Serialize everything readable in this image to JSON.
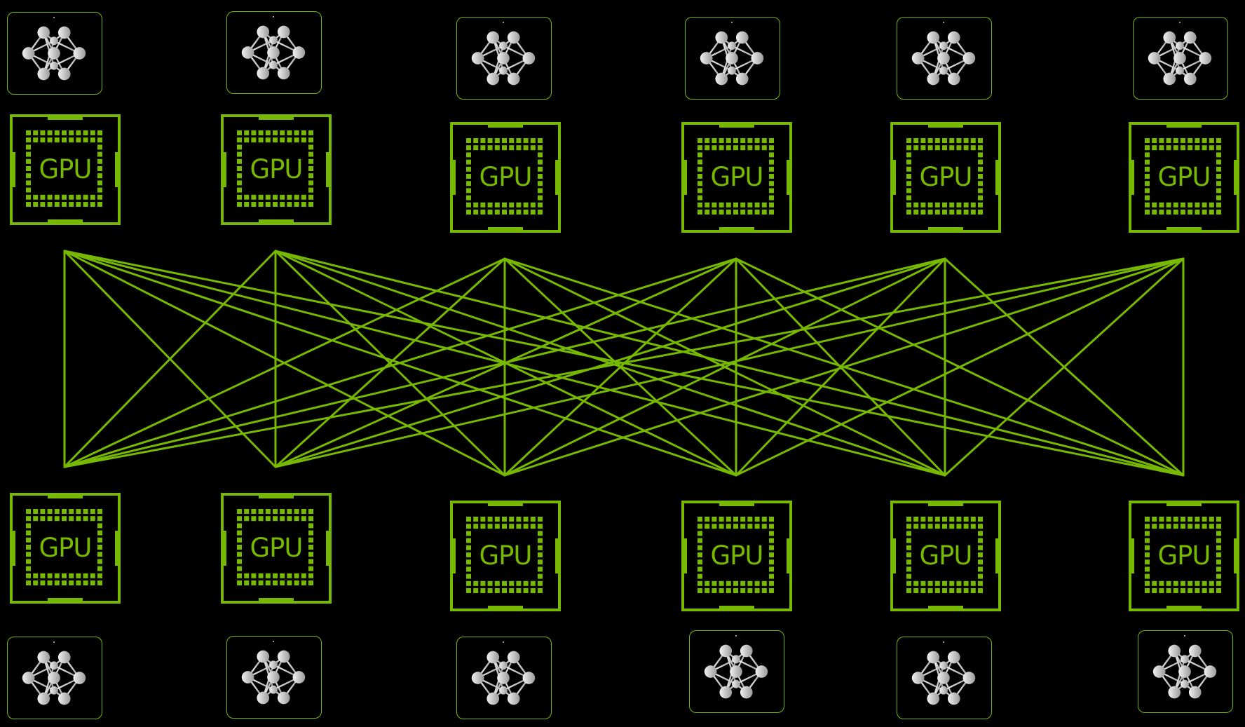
{
  "colors": {
    "background": "#000000",
    "accent": "#76b900",
    "node_light": "#f2f2f2",
    "node_mid": "#cfcfcf",
    "node_dark": "#9a9a9a"
  },
  "top_models": [
    {
      "icon": "neural-network-icon"
    },
    {
      "icon": "neural-network-icon"
    },
    {
      "icon": "neural-network-icon"
    },
    {
      "icon": "neural-network-icon"
    },
    {
      "icon": "neural-network-icon"
    },
    {
      "icon": "neural-network-icon"
    }
  ],
  "top_gpus": [
    {
      "label": "GPU"
    },
    {
      "label": "GPU"
    },
    {
      "label": "GPU"
    },
    {
      "label": "GPU"
    },
    {
      "label": "GPU"
    },
    {
      "label": "GPU"
    }
  ],
  "bottom_gpus": [
    {
      "label": "GPU"
    },
    {
      "label": "GPU"
    },
    {
      "label": "GPU"
    },
    {
      "label": "GPU"
    },
    {
      "label": "GPU"
    },
    {
      "label": "GPU"
    }
  ],
  "bottom_models": [
    {
      "icon": "neural-network-icon"
    },
    {
      "icon": "neural-network-icon"
    },
    {
      "icon": "neural-network-icon"
    },
    {
      "icon": "neural-network-icon"
    },
    {
      "icon": "neural-network-icon"
    },
    {
      "icon": "neural-network-icon"
    }
  ],
  "interconnect": {
    "topology": "fully-connected",
    "description_visible": false,
    "links": "every top GPU connects to every bottom GPU"
  }
}
